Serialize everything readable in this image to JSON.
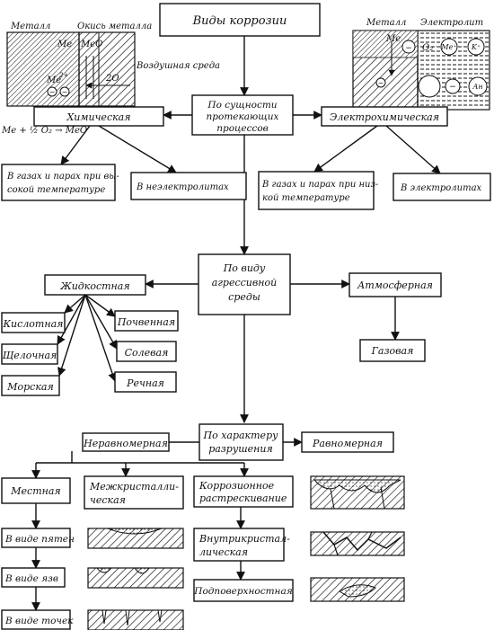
{
  "title": "Виды коррозии",
  "chemical_diagram": {
    "metal_label": "Металл",
    "oxide_label": "Окись металла",
    "air_label": "Воздушная среда",
    "me": "Me",
    "meo": "MeO",
    "me_ion": "Me",
    "ion_charge": "2+",
    "oxygen_ion": "2O",
    "electron": "⊖",
    "reaction": "Me + ½ O₂ → MeO"
  },
  "electrochemical_diagram": {
    "metal_label": "Металл",
    "electrolyte_label": "Электролит",
    "me": "Me",
    "o2": "O₂",
    "me_plus": "Me⁺",
    "k_plus": "K⁺",
    "an": "Ан",
    "electron": "⊖"
  },
  "level1": {
    "center": [
      "По сущности",
      "протекающих",
      "процессов"
    ],
    "left": "Химическая",
    "right": "Электрохимическая",
    "left_children": [
      [
        "В газах и парах при вы-",
        "сокой температуре"
      ],
      [
        "В неэлектролитах"
      ]
    ],
    "right_children": [
      [
        "В газах и парах при низ-",
        "кой температуре"
      ],
      [
        "В электролитах"
      ]
    ]
  },
  "level2": {
    "center": [
      "По виду",
      "агрессивной",
      "среды"
    ],
    "left": "Жидкостная",
    "right": "Атмосферная",
    "right_child": "Газовая",
    "left_children_col1": [
      "Кислотная",
      "Щелочная",
      "Морская"
    ],
    "left_children_col2": [
      "Почвенная",
      "Солевая",
      "Речная"
    ]
  },
  "level3": {
    "center": [
      "По характеру",
      "разрушения"
    ],
    "left": "Неравномерная",
    "right": "Равномерная",
    "local": "Местная",
    "local_children": [
      "В виде пятен",
      "В виде язв",
      "В виде точек"
    ],
    "intercrystalline": [
      "Межкристалли-",
      "ческая"
    ],
    "corrosion_cracking": [
      "Коррозионное",
      "растрескивание"
    ],
    "intracrystalline": [
      "Внутрикристал-",
      "лическая"
    ],
    "subsurface": "Подповерхностная"
  },
  "colors": {
    "line": "#111111",
    "background": "#ffffff"
  }
}
